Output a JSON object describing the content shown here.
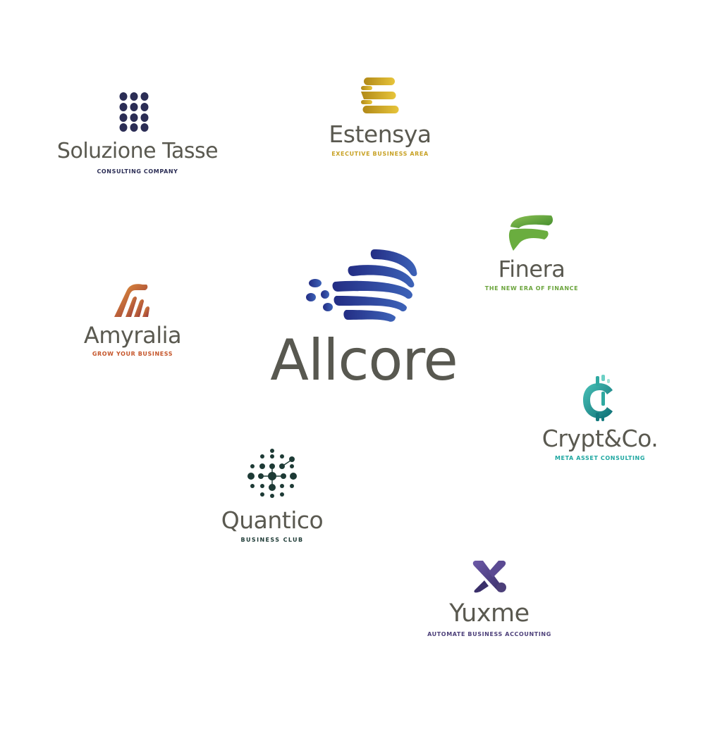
{
  "logos": {
    "soluzione_tasse": {
      "name": "Soluzione Tasse",
      "tagline": "CONSULTING COMPANY",
      "icon": "dot-grid-icon",
      "color": "#2b2d55"
    },
    "estensya": {
      "name": "Estensya",
      "tagline": "EXECUTIVE BUSINESS AREA",
      "icon": "gold-e-icon",
      "color": "#c8a226"
    },
    "finera": {
      "name": "Finera",
      "tagline": "THE NEW ERA OF FINANCE",
      "icon": "green-ribbon-icon",
      "color": "#6ba43c"
    },
    "amyralia": {
      "name": "Amyralia",
      "tagline": "GROW YOUR BUSINESS",
      "icon": "orange-stripes-icon",
      "color": "#c5552a"
    },
    "allcore": {
      "name": "Allcore",
      "icon": "blue-swoosh-icon",
      "color": "#2f3f9a"
    },
    "cryptco": {
      "name": "Crypt&Co.",
      "tagline": "META ASSET CONSULTING",
      "icon": "teal-coin-icon",
      "color": "#1fa7a1"
    },
    "quantico": {
      "name": "Quantico",
      "tagline": "BUSINESS CLUB",
      "icon": "network-dots-icon",
      "color": "#1d3a35"
    },
    "yuxme": {
      "name": "Yuxme",
      "tagline": "AUTOMATE BUSINESS ACCOUNTING",
      "icon": "purple-x-icon",
      "color": "#4c3f79"
    }
  }
}
